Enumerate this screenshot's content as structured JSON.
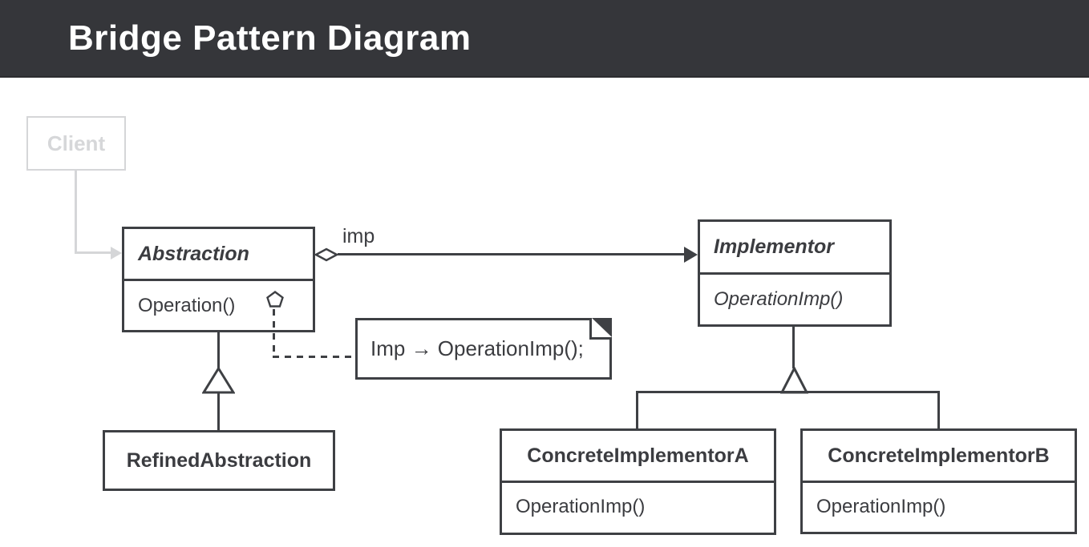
{
  "header": {
    "title": "Bridge Pattern Diagram"
  },
  "colors": {
    "header_bg": "#35363a",
    "header_text": "#ffffff",
    "stroke": "#3e4044",
    "text": "#3b3c40",
    "muted_gray": "#d5d6d8",
    "background": "#ffffff"
  },
  "boxes": {
    "client": {
      "name": "Client"
    },
    "abstraction": {
      "name": "Abstraction",
      "method": "Operation()"
    },
    "implementor": {
      "name": "Implementor",
      "method": "OperationImp()"
    },
    "refined": {
      "name": "RefinedAbstraction"
    },
    "concreteA": {
      "name": "ConcreteImplementorA",
      "method": "OperationImp()"
    },
    "concreteB": {
      "name": "ConcreteImplementorB",
      "method": "OperationImp()"
    }
  },
  "connectors": {
    "imp_label": "imp",
    "note_text": "Imp → OperationImp();"
  }
}
